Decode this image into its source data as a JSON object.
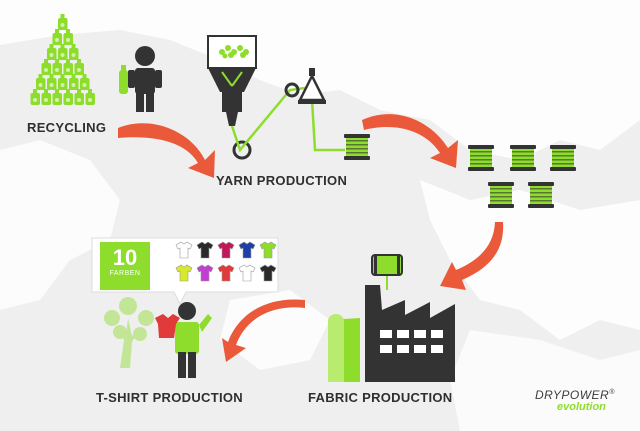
{
  "labels": {
    "recycling": "RECYCLING",
    "yarn": "YARN PRODUCTION",
    "tshirt": "T-SHIRT PRODUCTION",
    "fabric": "FABRIC PRODUCTION"
  },
  "badge": {
    "number": "10",
    "word": "FARBEN"
  },
  "brand": {
    "top": "DRYPOWER",
    "reg": "®",
    "bottom": "evolution"
  },
  "colors": {
    "accent": "#8edc2c",
    "dark": "#333333",
    "arrow": "#ea5a3a",
    "map": "#ffffff",
    "background": "#efefef"
  },
  "shirt_colors": [
    "#ffffff",
    "#2a2a2a",
    "#c2185b",
    "#1e3fa8",
    "#8edc2c",
    "#d8e82a",
    "#c03ed0",
    "#e03a3a",
    "#ffffff",
    "#2a2a2a"
  ]
}
